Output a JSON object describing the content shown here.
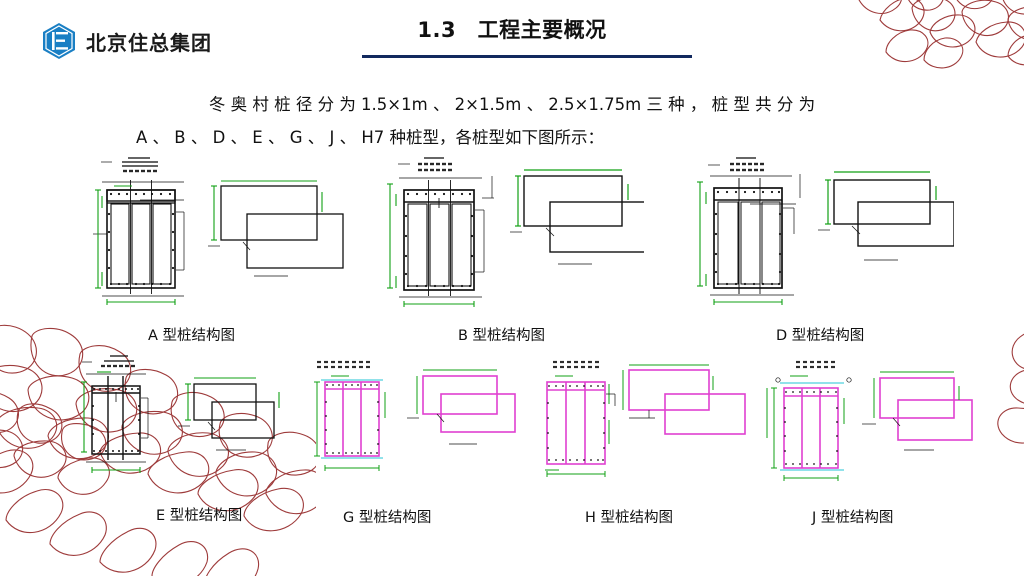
{
  "slide": {
    "background_color": "#ffffff",
    "accent_color": "#12295e",
    "ornament_color": "#9e3b3b"
  },
  "brand": {
    "logo_text": "北京住总集团",
    "logo_icon": "hexagon-logo-icon",
    "logo_color": "#1a7fc4"
  },
  "header": {
    "section_number": "1.3",
    "title": "1.3　工程主要概况",
    "rule_color": "#12295e"
  },
  "body": {
    "paragraph": "冬奥村桩径分为 1.5×1m 、 2×1.5m 、 2.5×1.75m 三 种 ， 桩 型 共 分 为 A 、 B 、 D 、 E 、 G 、 J 、 H7 种桩型，各桩型如下图所示：",
    "line1": "冬 奥 村 桩 径 分 为 1.5×1m 、  2×1.5m 、  2.5×1.75m 三 种 ， 桩 型 共 分 为",
    "line2": "A 、 B 、 D 、 E 、 G 、 J 、 H7 种桩型，各桩型如下图所示：",
    "pile_diameters": [
      "1.5×1m",
      "2×1.5m",
      "2.5×1.75m"
    ],
    "pile_types": [
      "A",
      "B",
      "D",
      "E",
      "G",
      "J",
      "H"
    ],
    "pile_type_count": "7"
  },
  "figures": {
    "row1": [
      {
        "id": "pile-a",
        "caption": "A 型桩结构图",
        "line_color": "#111111",
        "dim_color": "#12a014"
      },
      {
        "id": "pile-b",
        "caption": "B 型桩结构图",
        "line_color": "#111111",
        "dim_color": "#12a014"
      },
      {
        "id": "pile-d",
        "caption": "D 型桩结构图",
        "line_color": "#111111",
        "dim_color": "#12a014"
      }
    ],
    "row2": [
      {
        "id": "pile-e",
        "caption": "E 型桩结构图",
        "line_color": "#111111",
        "dim_color": "#12a014"
      },
      {
        "id": "pile-g",
        "caption": "G 型桩结构图",
        "line_color": "#e040d0",
        "dim_color": "#12a014"
      },
      {
        "id": "pile-h",
        "caption": "H 型桩结构图",
        "line_color": "#e040d0",
        "dim_color": "#12a014"
      },
      {
        "id": "pile-j",
        "caption": "J 型桩结构图",
        "line_color": "#e040d0",
        "dim_color": "#12a014"
      }
    ]
  }
}
